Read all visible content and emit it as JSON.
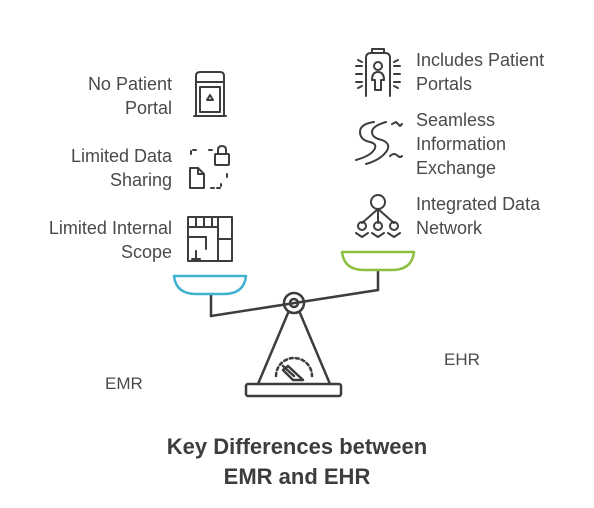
{
  "emr": {
    "side_label": "EMR",
    "features": [
      {
        "line1": "No Patient",
        "line2": "Portal",
        "icon": "locked-door-icon"
      },
      {
        "line1": "Limited Data",
        "line2": "Sharing",
        "icon": "locked-file-icon"
      },
      {
        "line1": "Limited Internal",
        "line2": "Scope",
        "icon": "floor-plan-icon"
      }
    ],
    "pan_color": "#3fb2d0"
  },
  "ehr": {
    "side_label": "EHR",
    "features": [
      {
        "line1": "Includes Patient",
        "line2": "Portals",
        "icon": "patient-portal-icon"
      },
      {
        "line1": "Seamless",
        "line2": "Information",
        "line3": "Exchange",
        "icon": "flowing-river-icon"
      },
      {
        "line1": "Integrated Data",
        "line2": "Network",
        "icon": "network-icon"
      }
    ],
    "pan_color": "#8dbf3f"
  },
  "title": {
    "line1": "Key Differences between",
    "line2": "EMR and EHR"
  }
}
